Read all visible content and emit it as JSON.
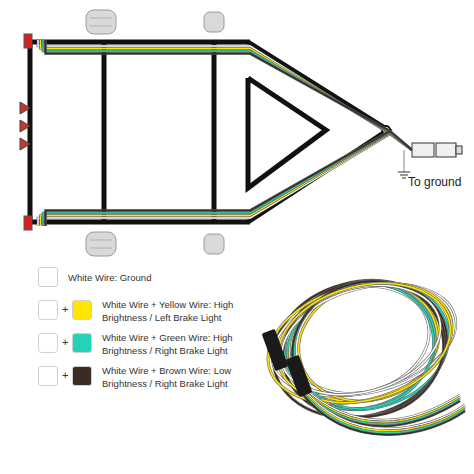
{
  "diagram": {
    "labels": [
      "To ground",
      "+",
      "+",
      "+"
    ],
    "legend": [
      {
        "text": "White Wire: Ground",
        "color": "#ffffff"
      },
      {
        "text": "White Wire + Yellow Wire: High Brightness / Left Brake Light",
        "color": "#ffe500"
      },
      {
        "text": "White Wire + Green Wire: High Brightness / Right Brake Light",
        "color": "#22d3b8"
      },
      {
        "text": "White Wire + Brown Wire: Low Brightness / Right Brake Light",
        "color": "#3b2b22"
      }
    ]
  }
}
